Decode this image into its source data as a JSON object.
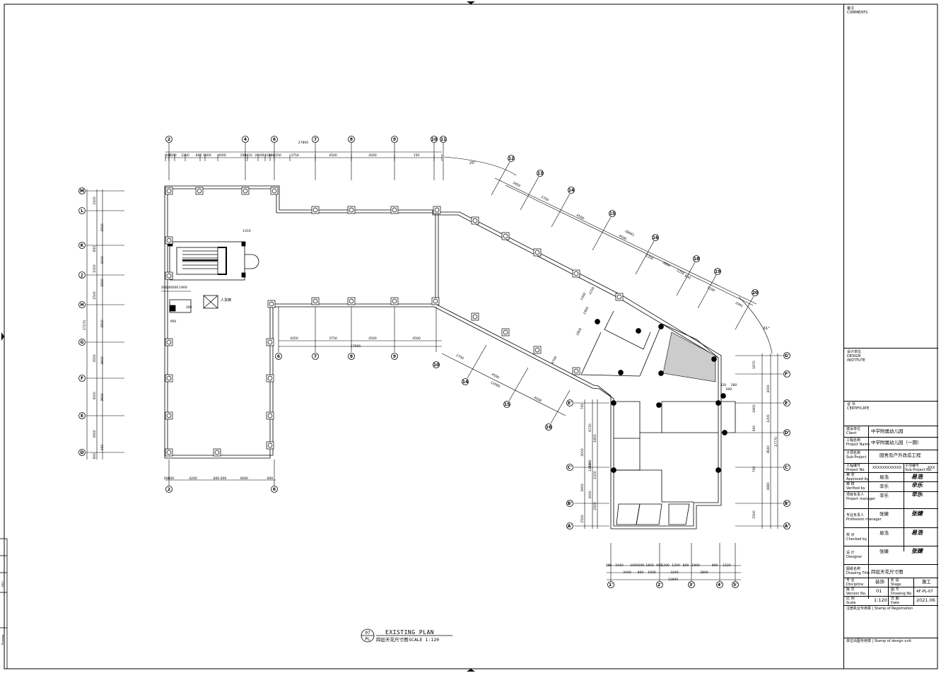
{
  "sheet": {
    "comments": {
      "cn": "备注",
      "en": "COMMENTS"
    },
    "design_unit": {
      "cn": "设计单位",
      "en1": "DESIGN",
      "en2": "INSTITUTE"
    },
    "certificate": {
      "cn": "证 书",
      "en": "CERTIFICATE"
    }
  },
  "title_block": {
    "client": {
      "label_cn": "建设单位",
      "label_en": "Client",
      "value": "中学附属幼儿园"
    },
    "project": {
      "label_cn": "工程名称",
      "label_en": "Project Name",
      "value": "中学附属幼儿园（一期）"
    },
    "subproject": {
      "label_cn": "子项名称",
      "label_en": "Sub-Project",
      "value": "园舍及户外改造工程"
    },
    "project_no": {
      "label_cn": "工程编号",
      "label_en": "Project No.",
      "value": "XXXXXXXXXXXX",
      "sub_label_cn": "子项编号",
      "sub_label_en": "Sub-Project No.",
      "sub_value": "XXX"
    },
    "approved": {
      "label_cn": "审 定",
      "label_en": "Approved by",
      "name": "易浩",
      "signature": "易浩"
    },
    "verified": {
      "label_cn": "审 核",
      "label_en": "Verified by",
      "name": "辛乐",
      "signature": "辛乐"
    },
    "manager": {
      "label_cn": "项目负责人",
      "label_en": "Project manager",
      "name": "辛乐",
      "signature": "辛乐"
    },
    "professional": {
      "label_cn": "专业负责人",
      "label_en": "Profession manager",
      "name": "张婕",
      "signature": "张婕"
    },
    "checked": {
      "label_cn": "校 对",
      "label_en": "Checked by",
      "name": "易浩",
      "signature": "易浩"
    },
    "designer": {
      "label_cn": "设 计",
      "label_en": "Designer",
      "name": "张婕",
      "signature": "张婕"
    },
    "drawing_title": {
      "label_cn": "图纸名称",
      "label_en": "Drawing Title",
      "value": "四层天花尺寸图"
    },
    "discipline": {
      "label_cn": "专 业",
      "label_en": "Discipline",
      "value": "装饰",
      "stage_cn": "阶 段",
      "stage_en": "Stage",
      "stage_value": "施工"
    },
    "version": {
      "label_cn": "版 次",
      "label_en": "Version No.",
      "value": "01",
      "drawing_no_cn": "图 号",
      "drawing_no_en": "Drawing No.",
      "drawing_no": "4F-PL-07"
    },
    "scale": {
      "label_cn": "比 例",
      "label_en": "Scale",
      "value": "1:120",
      "date_cn": "日 期",
      "date_en": "Date",
      "date": "2021.06"
    },
    "registration": {
      "label_cn": "注册执业专用章",
      "label_en": "Stamp of Registration"
    },
    "design_unit_stamp": {
      "label_cn": "单位出图专用章",
      "label_en": "Stamp of design unit"
    }
  },
  "left_strip": {
    "rev": "REV",
    "phasing": "Phasing"
  },
  "caption": {
    "number": "07",
    "sheet": "PL",
    "title": "EXISTING PLAN",
    "subtitle": "四层天花尺寸图",
    "scale": "SCALE 1:120"
  },
  "grid": {
    "top_axes": [
      "2",
      "4",
      "6",
      "7",
      "8",
      "9",
      "10",
      "11"
    ],
    "diag_axes": [
      "12",
      "13",
      "14",
      "15",
      "16",
      "18",
      "19",
      "20"
    ],
    "left_axes": [
      "M",
      "L",
      "K",
      "J",
      "H",
      "G",
      "F",
      "E",
      "D"
    ],
    "bottom_axes": [
      "2",
      "6"
    ],
    "mid_axes": [
      "6",
      "7",
      "8",
      "9",
      "10"
    ],
    "lower_diag_axes": [
      "14",
      "15",
      "16"
    ],
    "right_axes": [
      "G'",
      "F'",
      "E'",
      "D'",
      "C'",
      "B'",
      "A'"
    ],
    "wing_left_axes": [
      "E'",
      "C'",
      "B'",
      "A'"
    ],
    "wing_bottom_axes": [
      "1'",
      "2'",
      "3'",
      "4'",
      "5'"
    ]
  },
  "dims": {
    "top_row": [
      "300",
      "1500",
      "2200",
      "800",
      "1600",
      "4000",
      "200",
      "1410",
      "2000",
      "1410",
      "280",
      "4250",
      "3750",
      "4500",
      "4500",
      "150"
    ],
    "top_total": "27800",
    "mid_row": [
      "4250",
      "3750",
      "4500",
      "4500"
    ],
    "mid_total": "17000",
    "left_col": [
      "2100",
      "3500",
      "850",
      "3100",
      "1500",
      "3500",
      "2500",
      "3500",
      "3500",
      "3600",
      "3000",
      "3600",
      "3900",
      "400",
      "800"
    ],
    "left_total": "27170",
    "bottom_row": [
      "400",
      "400",
      "4200",
      "800",
      "600",
      "4690",
      "800"
    ],
    "stair": [
      "300",
      "300",
      "300",
      "1900",
      "900",
      "300",
      "1410"
    ],
    "diag_top": [
      "3450",
      "2750",
      "4500",
      "4500",
      "1250",
      "3800",
      "1250",
      "800",
      "1100",
      "2041"
    ],
    "diag_total": "28641",
    "diag_low": [
      "2750",
      "4500",
      "4500",
      "12000"
    ],
    "wing_left": [
      "700",
      "6720",
      "1800",
      "3000",
      "1800",
      "1200",
      "3900",
      "3000",
      "2500",
      "2500",
      "12000"
    ],
    "wing_right": [
      "1870",
      "3000",
      "1800",
      "1200",
      "900",
      "3640",
      "700",
      "3880",
      "2500"
    ],
    "wing_right_total": "17770",
    "wing_bottom": [
      "380",
      "1940",
      "1000",
      "200",
      "1800",
      "400",
      "1200",
      "1200",
      "800",
      "1800",
      "800",
      "1520"
    ],
    "wing_bottom_mid": [
      "3440",
      "800",
      "1600",
      "3240",
      "3800"
    ],
    "wing_bottom_total": "12800",
    "small": [
      "320",
      "280",
      "600",
      "1400",
      "1900",
      "1800",
      "4700",
      "1250"
    ]
  },
  "angles": [
    "25°",
    "61°"
  ],
  "labels": {
    "elevator": "人货梯"
  }
}
